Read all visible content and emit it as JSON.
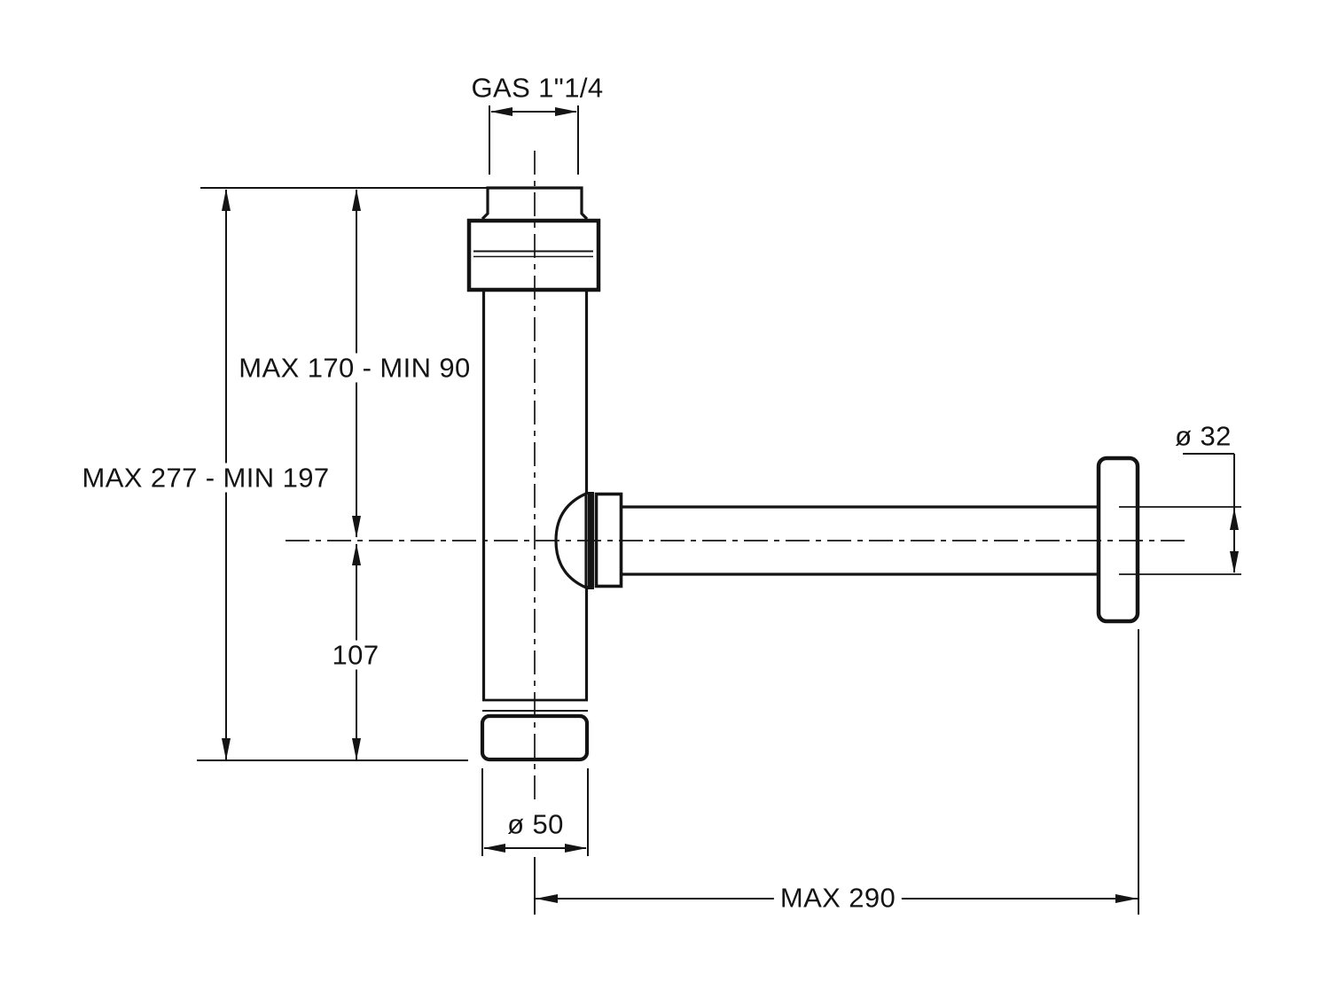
{
  "drawing": {
    "colors": {
      "line": "#141414",
      "background": "#ffffff"
    }
  },
  "labels": {
    "gas_thread": "GAS 1\"1/4",
    "upper_height": "MAX 170 - MIN 90",
    "total_height": "MAX 277 - MIN 197",
    "lower_height": "107",
    "outlet_diameter": "ø 32",
    "body_diameter": "ø 50",
    "horizontal_reach": "MAX 290"
  }
}
